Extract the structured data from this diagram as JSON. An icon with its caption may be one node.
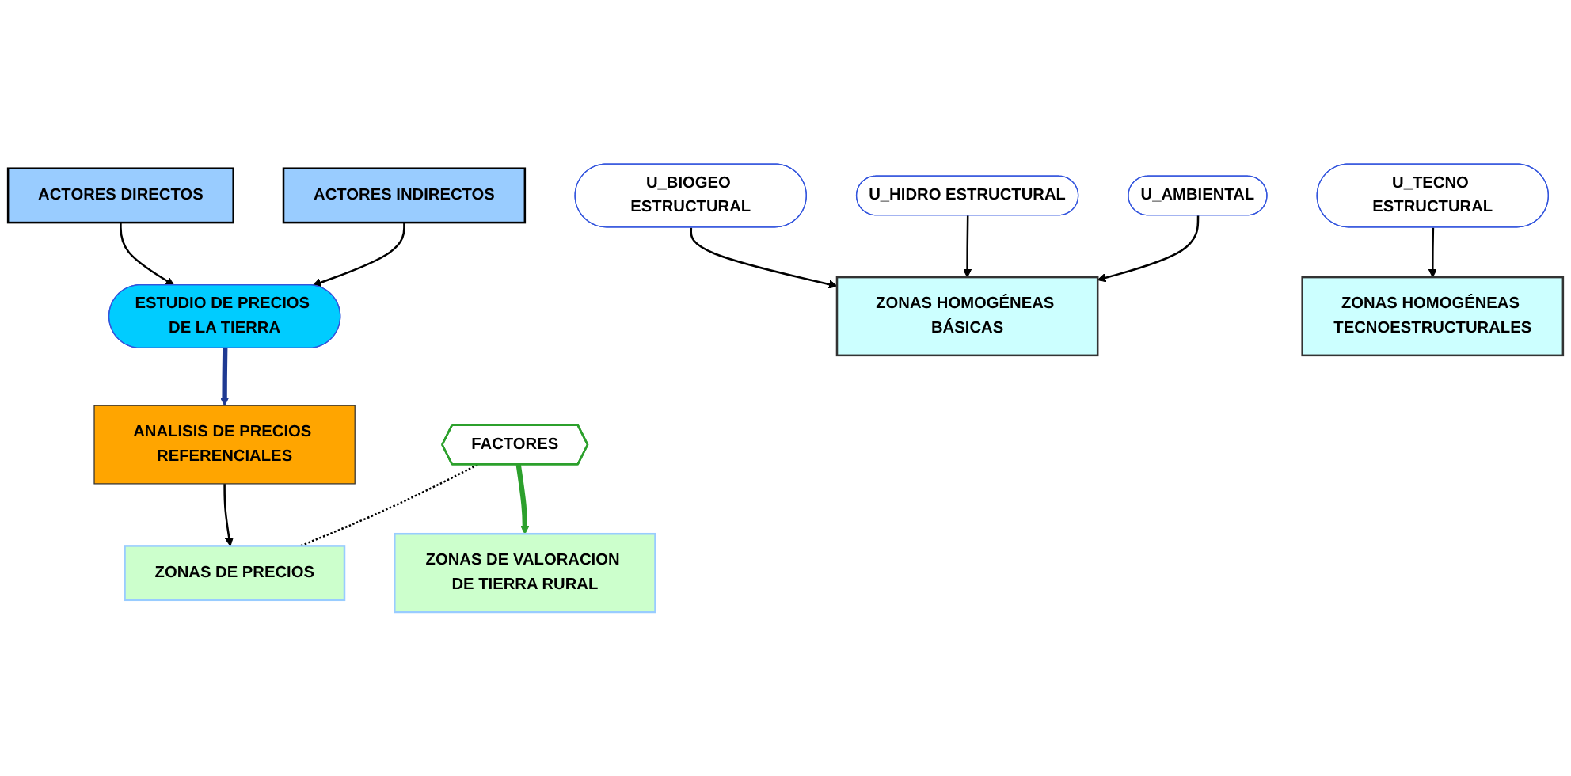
{
  "diagram": {
    "nodes": [
      {
        "text": [
          "U_HIDRO ESTRUCTURAL"
        ]
      },
      {
        "text": [
          "ACTORES DIRECTOS"
        ]
      },
      {
        "text": [
          "ESTUDIO DE PRECIOS DE LA TIERRA"
        ]
      },
      {
        "text": [
          "U_BIOGEO ESTRUCTURAL"
        ]
      },
      {
        "text": [
          "U_AMBIENTAL"
        ]
      },
      {
        "text": [
          "U_TECNO ESTRUCTURAL"
        ]
      },
      {
        "text": [
          "ACTORES INDIRECTOS"
        ]
      },
      {
        "text": [
          "ANALISIS DE PRECIOS REFERENCIALES"
        ]
      },
      {
        "text": [
          "ZONAS HOMOGÉNEAS BÁSICAS"
        ]
      },
      {
        "text": [
          "ZONAS HOMOGÉNEAS TECNOESTRUCTURALES"
        ]
      },
      {
        "text": [
          "FACTORES"
        ]
      },
      {
        "text": [
          "ZONAS DE PRECIOS"
        ]
      },
      {
        "text": [
          "ZONAS DE VALORACION DE TIERRA RURAL"
        ]
      }
    ],
    "edges": [
      {
        "from": 3,
        "to": 8,
        "arrow": "to"
      },
      {
        "from": 0,
        "to": 8,
        "arrow": "to"
      },
      {
        "from": 4,
        "to": 8,
        "arrow": "to"
      },
      {
        "from": 5,
        "to": 9,
        "arrow": "to"
      },
      {
        "from": 1,
        "to": 2,
        "arrow": "to"
      },
      {
        "from": 6,
        "to": 2,
        "arrow": "to"
      },
      {
        "from": 2,
        "to": 7,
        "arrow": "to",
        "style": "thick",
        "color": "#1f3a93"
      },
      {
        "from": 7,
        "to": 11,
        "arrow": "to"
      },
      {
        "from": 10,
        "to": 12,
        "arrow": "to",
        "style": "thick",
        "color": "#2ca02c"
      },
      {
        "from": 10,
        "to": 11,
        "arrow": "none",
        "style": "dashed"
      }
    ]
  }
}
